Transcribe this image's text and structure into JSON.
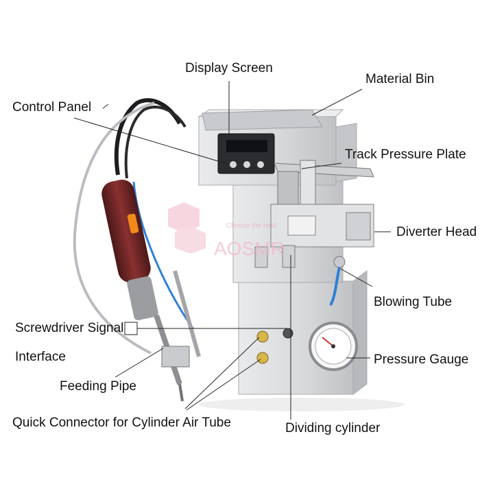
{
  "labels": {
    "display_screen": "Display Screen",
    "material_bin": "Material Bin",
    "control_panel": "Control Panel",
    "track_pressure_plate": "Track Pressure Plate",
    "diverter_head": "Diverter Head",
    "blowing_tube": "Blowing Tube",
    "screwdriver_signal_line1": "Screwdriver Signal",
    "screwdriver_signal_line2": "Interface",
    "pressure_gauge": "Pressure Gauge",
    "feeding_pipe": "Feeding Pipe",
    "quick_connector": "Quick Connector for Cylinder Air Tube",
    "dividing_cylinder": "Dividing cylinder"
  },
  "watermark": {
    "brand": "AOSMR",
    "tagline": "Choose the best"
  },
  "colors": {
    "machine_body": "#d9dadc",
    "machine_shadow": "#b9bbbe",
    "screwdriver_handle": "#7a2a2a",
    "leader_line": "#222222",
    "blue_tube": "#2f7fd6",
    "watermark": "#f3b6c8"
  }
}
